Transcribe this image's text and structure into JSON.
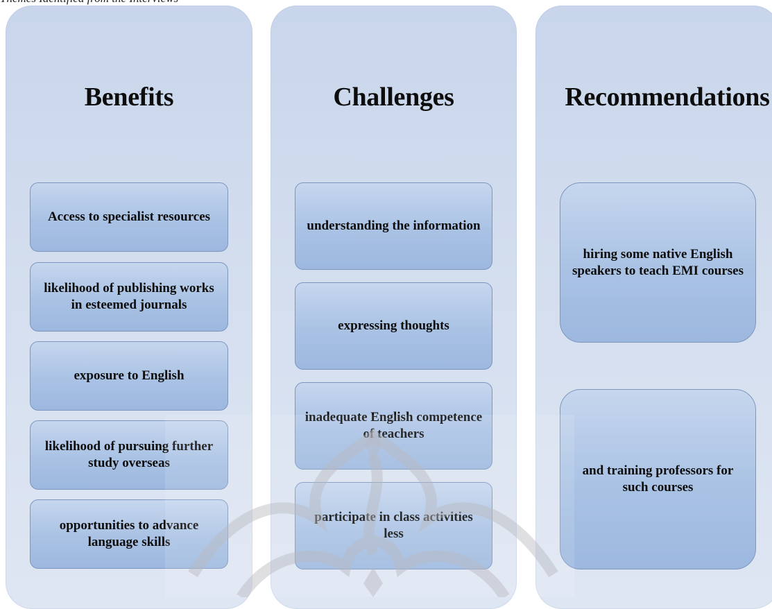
{
  "caption": "Themes Identified from the Interviews",
  "columns": [
    {
      "title": "Benefits",
      "items": [
        "Access to specialist resources",
        "likelihood of publishing works in esteemed journals",
        "exposure to English",
        "likelihood of pursuing further study overseas",
        "opportunities to advance language skills"
      ]
    },
    {
      "title": "Challenges",
      "items": [
        "understanding the information",
        "expressing thoughts",
        "inadequate English competence of teachers",
        "participate in class activities less"
      ]
    },
    {
      "title": "Recommendations",
      "items": [
        "hiring some native English speakers to teach EMI courses",
        "and training professors for such courses"
      ]
    }
  ],
  "colors": {
    "column_background": "#d3deef",
    "box_fill": "#a9c2e4",
    "box_border": "#7e96bd",
    "text": "#0d0d0d"
  }
}
